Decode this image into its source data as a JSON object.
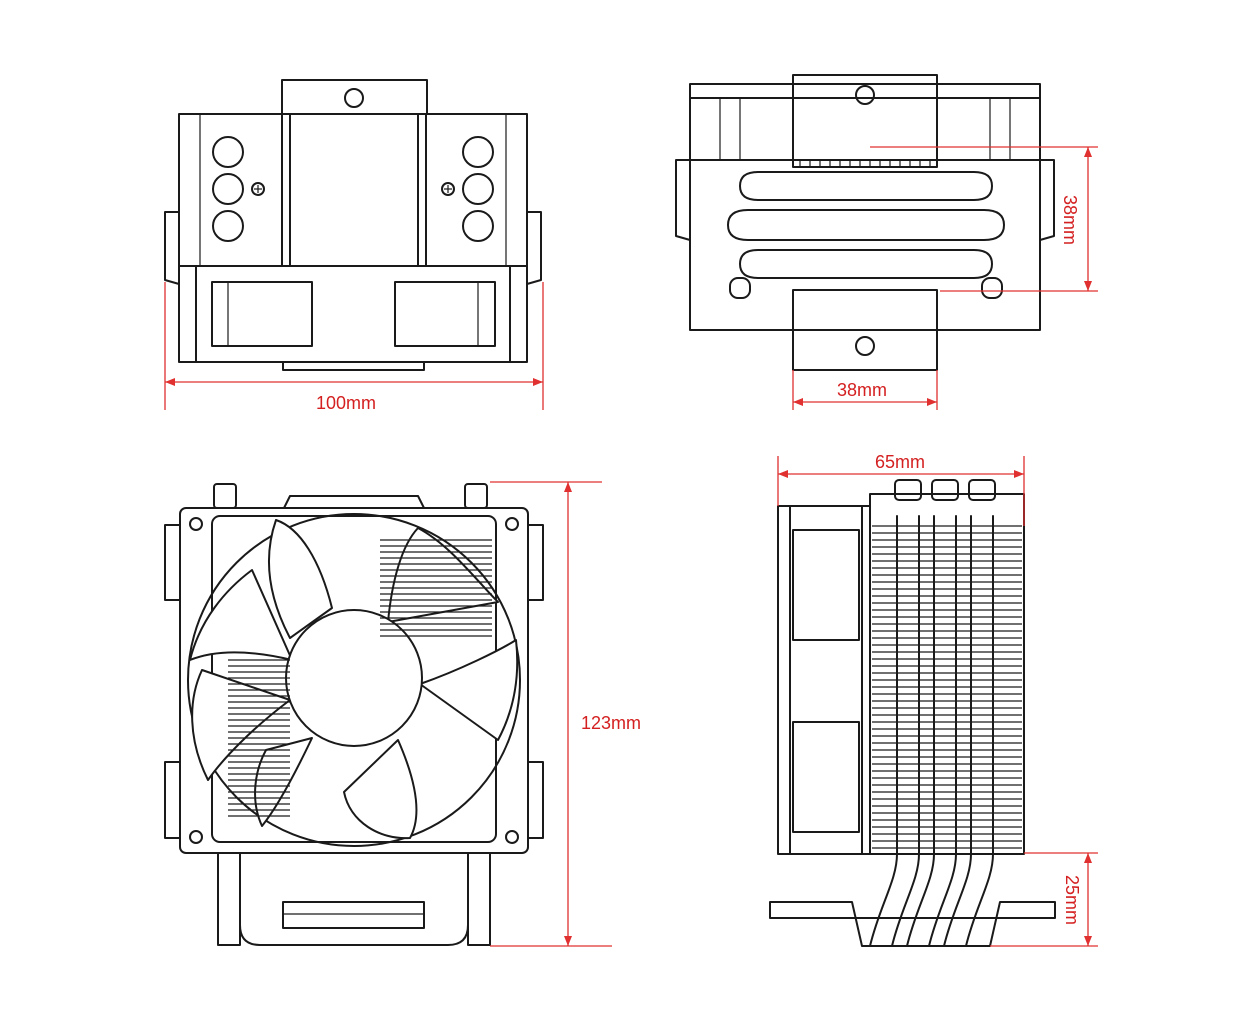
{
  "colors": {
    "line": "#1a1a1a",
    "dimension": "#d42020",
    "background": "#ffffff"
  },
  "views": {
    "top": {
      "width_label": "100mm"
    },
    "side": {
      "height_label": "38mm",
      "base_width_label": "38mm"
    },
    "front": {
      "height_label": "123mm"
    },
    "profile": {
      "depth_label": "65mm",
      "base_height_label": "25mm"
    }
  }
}
